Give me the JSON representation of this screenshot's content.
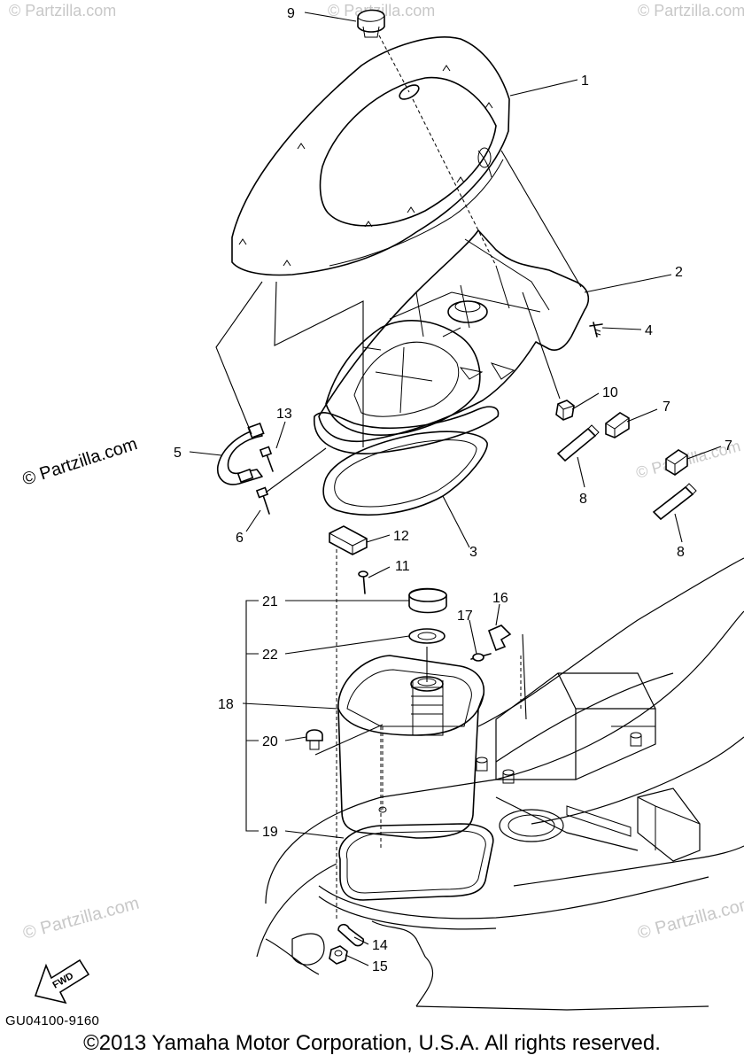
{
  "watermarks": {
    "main": "© Partzilla.com",
    "faint": [
      "© Partzilla.com",
      "© Partzilla.com",
      "© Partzilla.com",
      "© Partzilla.com",
      "© Partzilla.com",
      "© Partzilla.com"
    ]
  },
  "callouts": [
    "1",
    "2",
    "3",
    "4",
    "5",
    "6",
    "7",
    "7",
    "8",
    "8",
    "9",
    "10",
    "11",
    "12",
    "13",
    "14",
    "15",
    "16",
    "17",
    "18",
    "19",
    "20",
    "21",
    "22"
  ],
  "fwd_label": "FWD",
  "diagram_code": "GU04100-9160",
  "copyright": "©2013  Yamaha Motor Corporation, U.S.A. All rights reserved."
}
